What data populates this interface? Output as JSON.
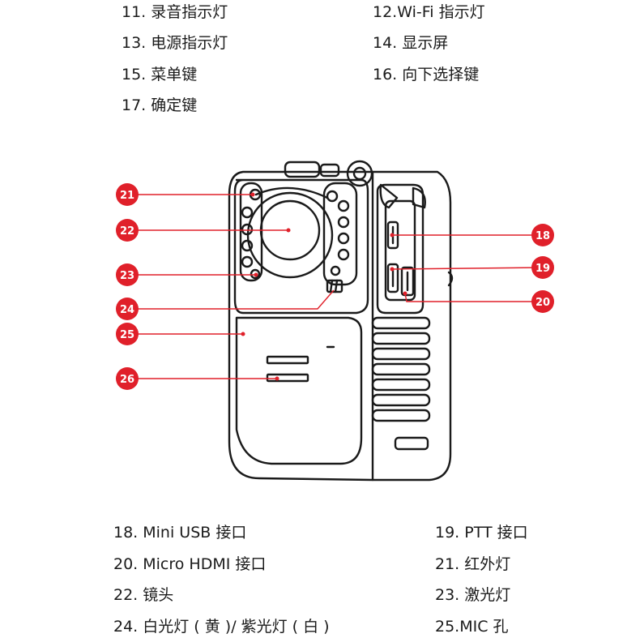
{
  "top_labels": [
    "11. 录音指示灯",
    "12.Wi-Fi 指示灯",
    "13. 电源指示灯",
    "14. 显示屏",
    "15. 菜单键",
    "16. 向下选择键",
    "17. 确定键"
  ],
  "bottom_labels": [
    "18. Mini USB 接口",
    "19. PTT 接口",
    "20. Micro HDMI 接口",
    "21. 红外灯",
    "22. 镜头",
    "23. 激光灯",
    "24. 白光灯 ( 黄 )/ 紫光灯 ( 白 )",
    "25.MIC 孔"
  ],
  "callouts": [
    "21",
    "22",
    "23",
    "24",
    "25",
    "26",
    "18",
    "19",
    "20"
  ],
  "colors": {
    "accent": "#e0202a",
    "line": "#1a1a1a"
  }
}
